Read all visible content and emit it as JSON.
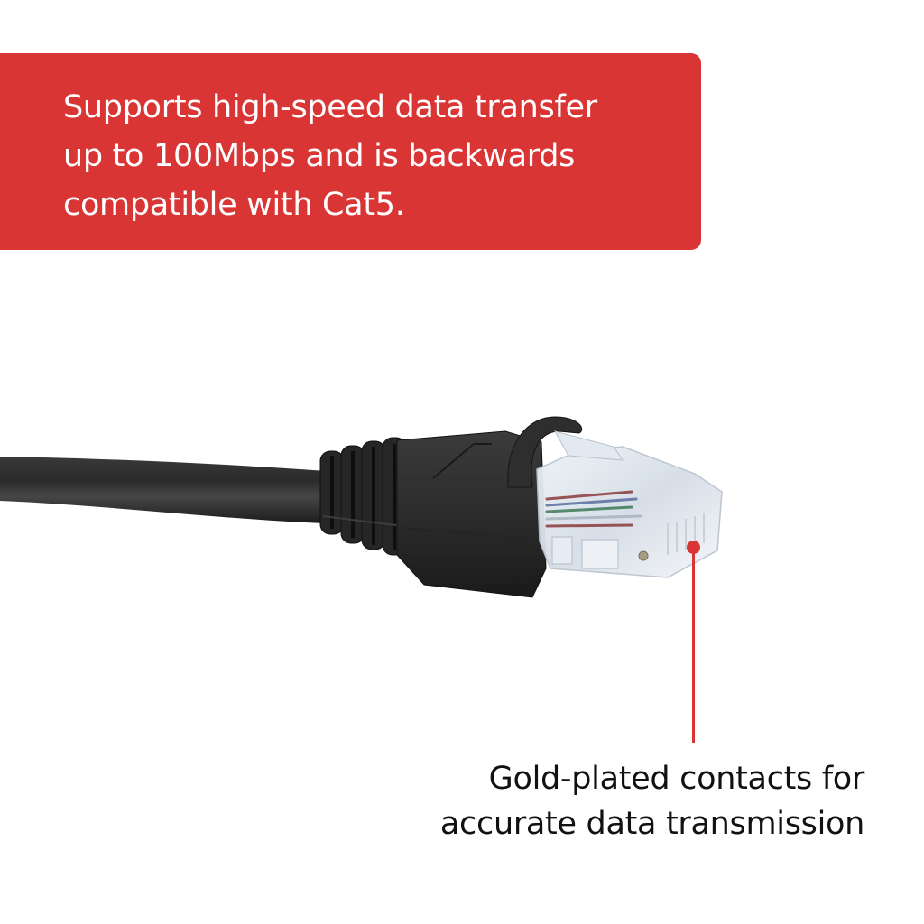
{
  "banner": {
    "background_color": "#d93535",
    "text_color": "#ffffff",
    "lines": [
      "Supports high-speed data transfer",
      "up to 100Mbps and is backwards",
      "compatible with Cat5."
    ]
  },
  "product_image": {
    "subject": "black Ethernet patch cable with molded strain-relief boot and clear RJ45 plug",
    "icon": "ethernet-cable-icon"
  },
  "callout": {
    "color": "#d93535",
    "points_to": "plug contacts",
    "lines": [
      "Gold-plated contacts for",
      "accurate data transmission"
    ]
  }
}
